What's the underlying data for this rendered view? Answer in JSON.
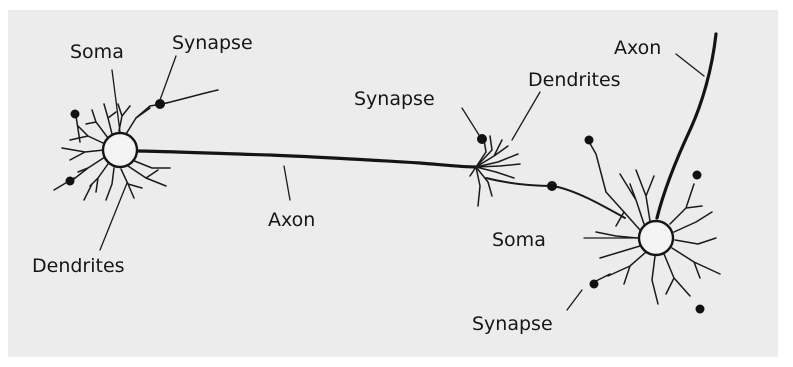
{
  "labels": {
    "left_soma": "Soma",
    "left_synapse": "Synapse",
    "left_dendrites": "Dendrites",
    "middle_axon": "Axon",
    "middle_synapse": "Synapse",
    "middle_dendrites": "Dendrites",
    "right_axon": "Axon",
    "right_soma": "Soma",
    "right_synapse": "Synapse"
  }
}
